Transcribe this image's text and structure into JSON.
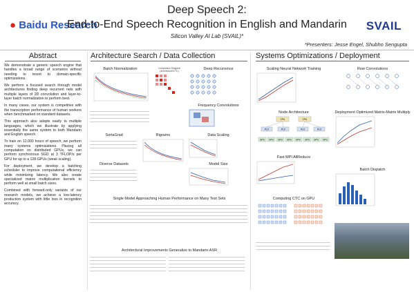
{
  "header": {
    "title_line1": "Deep Speech 2:",
    "title_line2": "End-to-End Speech Recognition in English and Mandarin",
    "affiliation": "Silicon Valley AI Lab (SVAIL)*",
    "presenters": "*Presenters: Jesse Engel, Shubho Sengupta",
    "logo_left": "Baidu Research",
    "logo_right": "SVAIL"
  },
  "abstract": {
    "title": "Abstract",
    "paragraphs": [
      "We demonstrate a generic speech engine that handles a broad range of scenarios without needing to resort to domain-specific optimizations.",
      "We perform a focused search through model architectures finding deep recurrent nets with multiple layers of 2D convolution and layer-to-layer batch normalization to perform best.",
      "In many cases, our system is competitive with the transcription performance of human workers when benchmarked on standard datasets.",
      "This approach also adapts easily to multiple languages, which we illustrate by applying essentially the same system to both Mandarin and English speech.",
      "To train on 12,000 hours of speech, we perform many systems optimizations. Placing all computation on distributed GPUs, we can perform synchronous SGD at 3 TFLOP/s per GPU for up to a 128-GPUs (weak scaling).",
      "For deployment, we develop a batching scheduler to improve computational efficiency while minimizing latency. We also create specialized matrix multiplication kernels to perform well at small batch sizes.",
      "Combined with forward-only variants of our research models, we achieve a low-latency production system with little loss in recognition accuracy."
    ]
  },
  "arch": {
    "title": "Architecture Search / Data Collection",
    "batch_norm": "Batch Normalization",
    "deep_recurrence": "Deep Recurrence",
    "frequency_conv": "Frequency Convolutions",
    "sortagrad": "SortaGrad",
    "bigrams": "Bigrams",
    "data_scaling": "Data Scaling",
    "diverse_datasets": "Diverse Datasets",
    "model_size": "Model Size",
    "single_model": "Single Model Approaching Human Performance on Many Test Sets",
    "arch_improvements": "Architectural Improvements Generalize to Mandarin ASR",
    "comparison_label": "Comparison Diagonal (Architecture/CTC)"
  },
  "systems": {
    "title": "Systems Optimizations / Deployment",
    "scaling": "Scaling Neural Network Training",
    "row_conv": "Row Convolutions",
    "node_arch": "Node Architecture",
    "fast_mpi": "Fast MPI AllReduce",
    "deploy_matmul": "Deployment Optimized Matrix-Matrix Multiply",
    "ctc_gpu": "Computing CTC on GPU",
    "batch_dispatch": "Batch Dispatch",
    "gpu_labels": [
      "GPU",
      "GPU",
      "GPU",
      "GPU",
      "GPU",
      "GPU",
      "GPU",
      "GPU"
    ],
    "cpu_labels": [
      "CPU",
      "CPU"
    ],
    "plx_labels": [
      "PLX",
      "PLX",
      "PLX",
      "PLX"
    ]
  },
  "colors": {
    "accent_red": "#d8261c",
    "accent_blue": "#2a56c6",
    "series_blue": "#2b5fb3",
    "series_red": "#c8372d",
    "series_green": "#3a9a4a"
  }
}
